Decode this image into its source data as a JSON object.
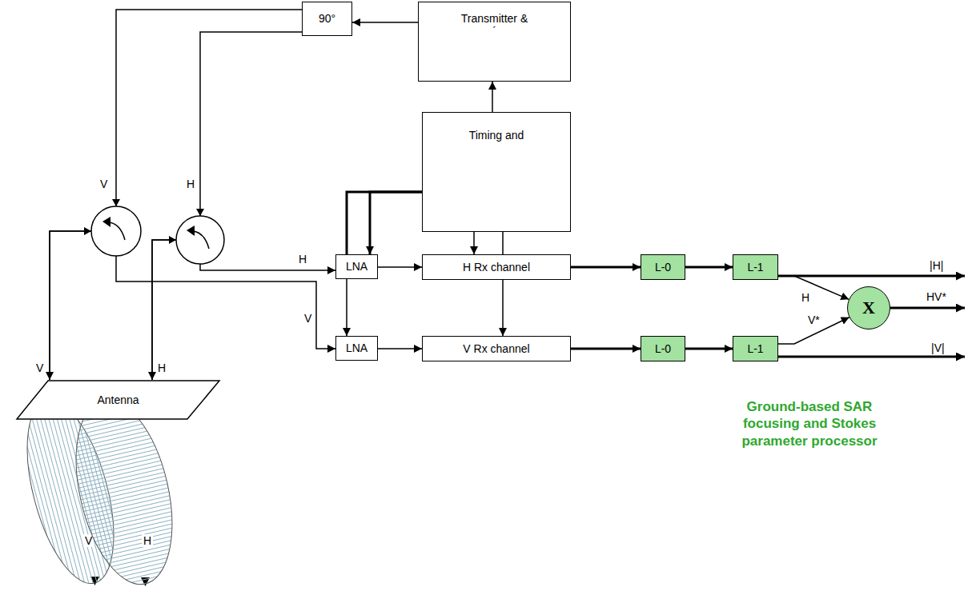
{
  "diagram": {
    "nodes": [
      {
        "text": [
          "90°"
        ]
      },
      {
        "text": [
          "Transmitter &",
          "´"
        ]
      },
      {
        "text": [
          "Timing and"
        ]
      },
      {
        "text": [
          "LNA"
        ]
      },
      {
        "text": [
          "LNA"
        ]
      },
      {
        "text": [
          "H Rx channel"
        ]
      },
      {
        "text": [
          "V Rx channel"
        ]
      },
      {
        "text": [
          "L-0"
        ]
      },
      {
        "text": [
          "L-1"
        ]
      },
      {
        "text": [
          "L-0"
        ]
      },
      {
        "text": [
          "L-1"
        ]
      },
      {
        "text": [
          "X"
        ]
      },
      {
        "text": [
          "Antenna"
        ]
      },
      {
        "text": [
          "V"
        ]
      },
      {
        "text": [
          "H"
        ]
      }
    ],
    "edges": [
      {
        "from": 1,
        "to": 0,
        "arrow": "to"
      },
      {
        "from": 2,
        "to": 1,
        "arrow": "to"
      },
      {
        "from": 2,
        "to": 3,
        "arrow": "none"
      },
      {
        "from": 2,
        "to": 3,
        "arrow": "to"
      },
      {
        "from": 3,
        "to": 4,
        "arrow": "to"
      },
      {
        "from": 2,
        "to": 5,
        "arrow": "to"
      },
      {
        "from": 2,
        "to": 5,
        "arrow": "none"
      },
      {
        "from": 5,
        "to": 6,
        "arrow": "to"
      },
      {
        "from": 3,
        "to": 5,
        "arrow": "to"
      },
      {
        "from": 4,
        "to": 6,
        "arrow": "to"
      },
      {
        "from": 5,
        "to": 7,
        "arrow": "to"
      },
      {
        "from": 6,
        "to": 9,
        "arrow": "to"
      },
      {
        "from": 7,
        "to": 8,
        "arrow": "to"
      },
      {
        "from": 9,
        "to": 10,
        "arrow": "to"
      },
      {
        "from": 8,
        "to": 11,
        "arrow": "to",
        "label": "H"
      },
      {
        "from": 10,
        "to": 11,
        "arrow": "to",
        "label": "V*"
      },
      {
        "from": 0,
        "to": 12,
        "arrow": "to",
        "label": "V"
      },
      {
        "from": 0,
        "to": 12,
        "arrow": "to",
        "label": "H"
      },
      {
        "from": 12,
        "to": 3,
        "arrow": "to",
        "label": "H"
      },
      {
        "from": 12,
        "to": 4,
        "arrow": "to",
        "label": "V"
      }
    ],
    "labels": [
      "|H|",
      "HV*",
      "|V|",
      "V",
      "H",
      "Ground-based SAR focusing and Stokes parameter processor"
    ]
  }
}
